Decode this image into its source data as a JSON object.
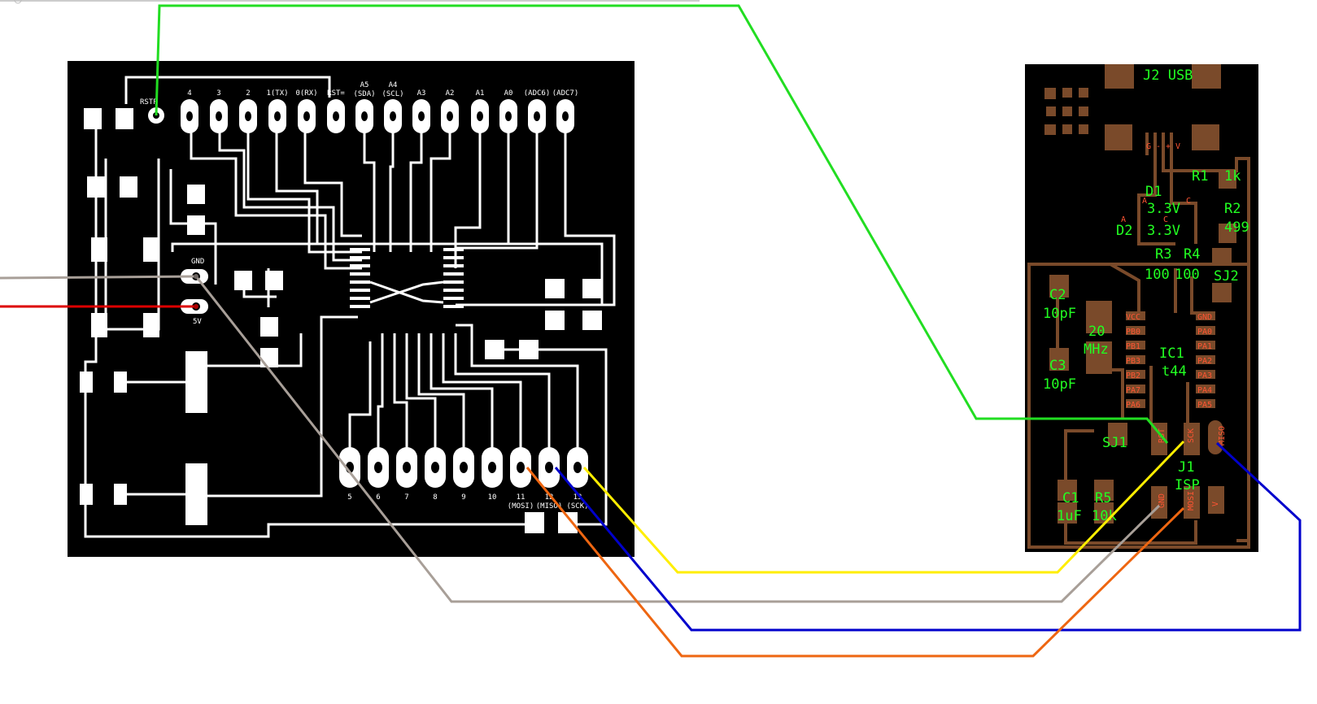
{
  "arduino_board": {
    "header_top_labels": [
      "RSTP",
      "4",
      "3",
      "2",
      "1(TX)",
      "0(RX)",
      "RST=",
      "A5 (SDA)",
      "A4 (SCL)",
      "A3",
      "A2",
      "A1",
      "A0",
      "(ADC6)",
      "(ADC7)"
    ],
    "header_bottom_labels": [
      "5",
      "6",
      "7",
      "8",
      "9",
      "10",
      "11 (MOSI)",
      "12 (MISO)",
      "13 (SCK)"
    ],
    "power_labels": {
      "gnd": "GND",
      "vcc": "5V"
    }
  },
  "usb_board": {
    "green_labels": [
      "J2 USB",
      "R1",
      "1k",
      "D1",
      "3.3V",
      "R2",
      "499",
      "D2",
      "3.3V",
      "R3",
      "R4",
      "100",
      "100",
      "SJ2",
      "C2",
      "10pF",
      "20",
      "MHz",
      "IC1",
      "t44",
      "C3",
      "10pF",
      "SJ1",
      "J1",
      "ISP",
      "C1",
      "1uF",
      "R5",
      "10k"
    ],
    "usb_pin_labels": [
      "G",
      "-",
      "+",
      "V"
    ],
    "diode_pin_labels": [
      "A",
      "C",
      "A",
      "C"
    ],
    "ic_left_pins": [
      "VCC",
      "PB0",
      "PB1",
      "PB3",
      "PB2",
      "PA7",
      "PA6"
    ],
    "ic_right_pins": [
      "GND",
      "PA0",
      "PA1",
      "PA2",
      "PA3",
      "PA4",
      "PA5"
    ],
    "isp_pins": [
      "RST",
      "SCK",
      "MISO",
      "GND",
      "MOSI",
      "V"
    ]
  },
  "wire_colors": {
    "rst": "#22dd22",
    "sck": "#ffee00",
    "miso": "#0000cc",
    "mosi": "#ee6611",
    "gnd": "#a89f98",
    "vcc": "#dd0000"
  }
}
